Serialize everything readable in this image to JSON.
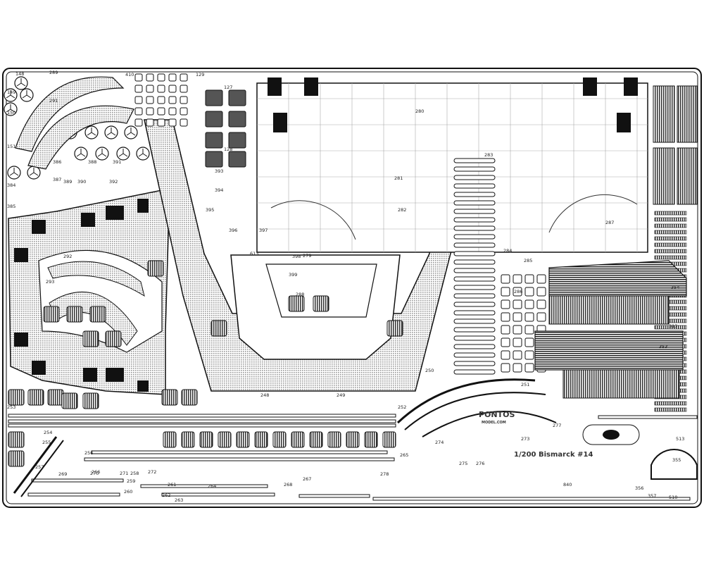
{
  "fret": {
    "title": "1/200 Bismarck #14",
    "brand_logo_text": "PONTOS",
    "brand_url": "MODEL.COM",
    "colors": {
      "metal": "#ffffff",
      "outline": "#111111",
      "etch": "#7a7a7a",
      "dark": "#1a1a1a"
    }
  },
  "part_numbers": [
    "148",
    "149",
    "150",
    "151",
    "289",
    "291",
    "410",
    "129",
    "127",
    "128",
    "393",
    "394",
    "395",
    "396",
    "397",
    "613",
    "398",
    "399",
    "288",
    "292",
    "293",
    "384",
    "385",
    "386",
    "387",
    "388",
    "389",
    "390",
    "391",
    "392",
    "248",
    "249",
    "250",
    "251",
    "252",
    "253",
    "254",
    "255",
    "256",
    "257",
    "258",
    "259",
    "260",
    "261",
    "262",
    "263",
    "264",
    "265",
    "266",
    "267",
    "268",
    "269",
    "270",
    "271",
    "272",
    "273",
    "274",
    "275",
    "276",
    "277",
    "278",
    "279",
    "280",
    "281",
    "282",
    "283",
    "284",
    "285",
    "286",
    "287",
    "313",
    "353",
    "354",
    "355",
    "356",
    "357",
    "510",
    "513",
    "840"
  ]
}
